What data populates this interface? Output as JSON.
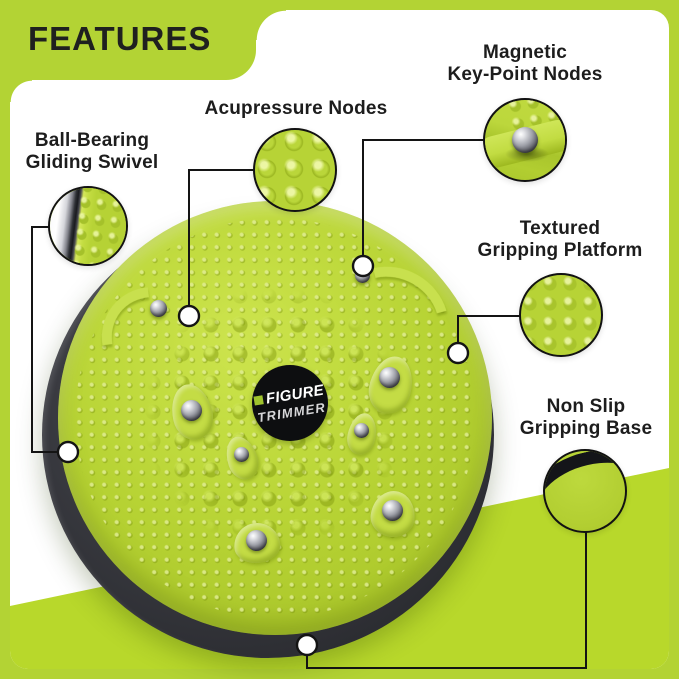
{
  "header": {
    "title": "FEATURES"
  },
  "logo": {
    "brand_top": "FIGURE",
    "brand_bottom": "TRIMMER"
  },
  "callouts": {
    "ball_bearing": {
      "line1": "Ball-Bearing",
      "line2": "Gliding Swivel"
    },
    "acupressure": {
      "line1": "Acupressure Nodes"
    },
    "magnetic": {
      "line1": "Magnetic",
      "line2": "Key-Point Nodes"
    },
    "textured": {
      "line1": "Textured",
      "line2": "Gripping Platform"
    },
    "non_slip": {
      "line1": "Non Slip",
      "line2": "Gripping Base"
    }
  },
  "colors": {
    "accent_green": "#b3d334",
    "band_green": "#b8d82b",
    "disc_green": "#b6d433",
    "base_dark": "#313237",
    "text_dark": "#1d1d1d",
    "metal_silver": "#c9cacf",
    "background_white": "#ffffff"
  }
}
